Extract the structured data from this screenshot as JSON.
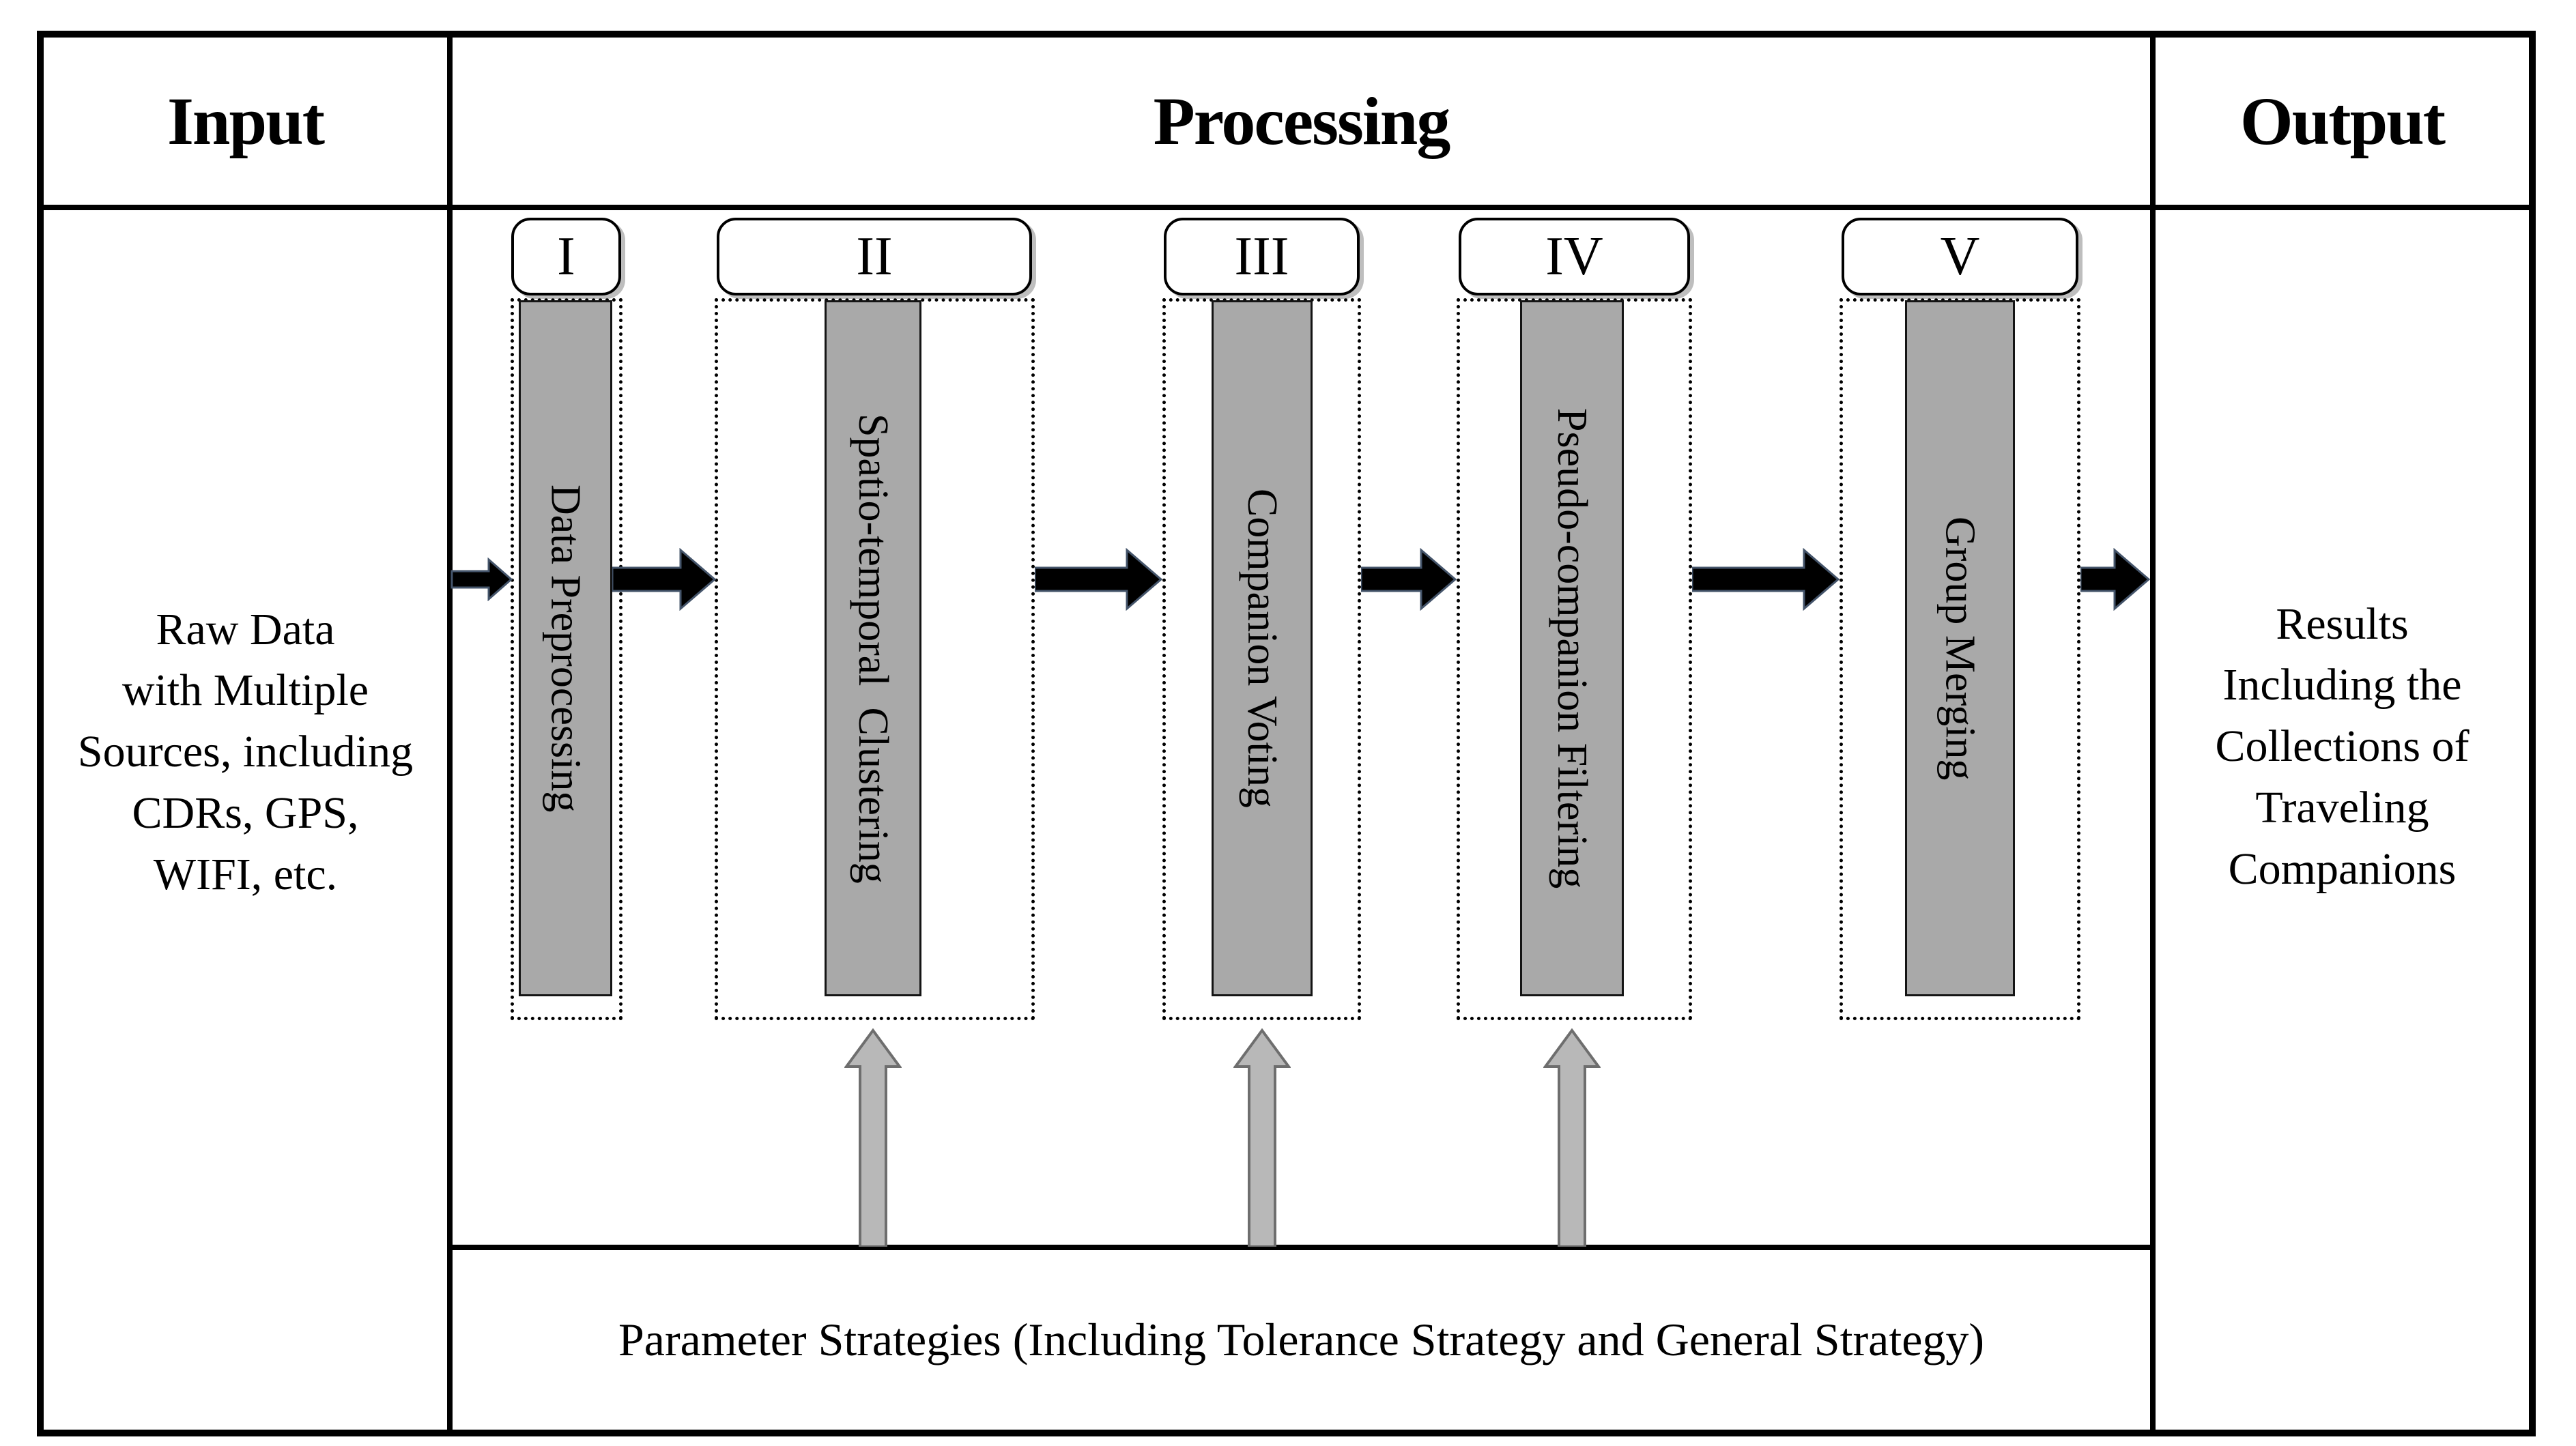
{
  "header": {
    "input_label": "Input",
    "processing_label": "Processing",
    "output_label": "Output"
  },
  "input_cell": {
    "lines": [
      "Raw Data",
      "with Multiple",
      "Sources, including",
      "CDRs, GPS,",
      "WIFI, etc."
    ]
  },
  "output_cell": {
    "lines": [
      "Results",
      "Including the",
      "Collections of",
      "Traveling",
      "Companions"
    ]
  },
  "stages": [
    {
      "numeral": "I",
      "label": "Data Preprocessing"
    },
    {
      "numeral": "II",
      "label": "Spatio-temporal  Clustering"
    },
    {
      "numeral": "III",
      "label": "Companion Voting"
    },
    {
      "numeral": "IV",
      "label": "Pseudo-companion Filtering"
    },
    {
      "numeral": "V",
      "label": "Group Merging"
    }
  ],
  "parameter_box": {
    "label": "Parameter Strategies (Including Tolerance Strategy and General Strategy)"
  },
  "colors": {
    "line": "#000000",
    "stage_bar_fill": "#a9a9a9",
    "flow_arrow_fill": "#000000",
    "flow_arrow_outline": "#44546a",
    "strategy_arrow_fill": "#b8b8b8",
    "strategy_arrow_outline": "#6e6e6e",
    "background": "#ffffff"
  }
}
